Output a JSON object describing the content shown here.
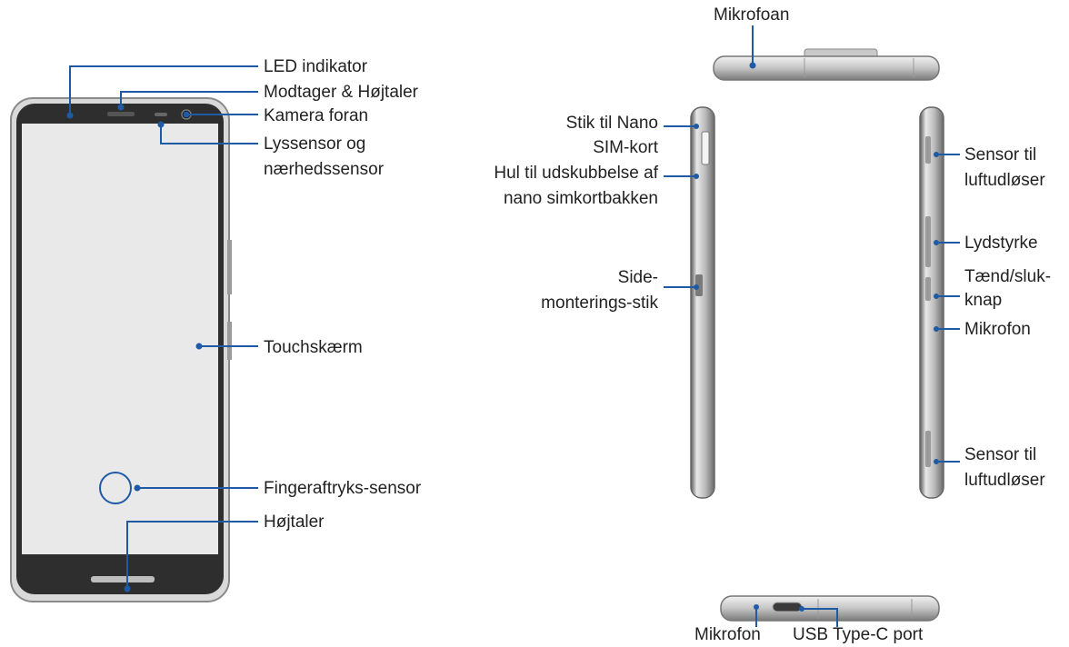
{
  "colors": {
    "accent": "#1f5aa6",
    "device_dark": "#2e2e2e",
    "device_frame": "#d8d8d8",
    "screen": "#e9e9e9",
    "text": "#222222"
  },
  "front": {
    "led": "LED indikator",
    "receiver": "Modtager & Højtaler",
    "camera": "Kamera foran",
    "light_sensor_1": "Lyssensor og",
    "light_sensor_2": "nærhedssensor",
    "touchscreen": "Touchskærm",
    "fingerprint": "Fingeraftryks-sensor",
    "speaker": "Højtaler"
  },
  "top_edge": {
    "mic": "Mikrofoan"
  },
  "left_side": {
    "sim_1": "Stik til Nano",
    "sim_2": "SIM-kort",
    "eject_1": "Hul til udskubbelse af",
    "eject_2": "nano simkortbakken",
    "side_mount_1": "Side-",
    "side_mount_2": "monterings-stik"
  },
  "right_side": {
    "air_trigger_top_1": "Sensor til",
    "air_trigger_top_2": "luftudløser",
    "volume": "Lydstyrke",
    "power_1": "Tænd/sluk-",
    "power_2": "knap",
    "mic": "Mikrofon",
    "air_trigger_bottom_1": "Sensor til",
    "air_trigger_bottom_2": "luftudløser"
  },
  "bottom_edge": {
    "mic": "Mikrofon",
    "usb": "USB Type-C port"
  }
}
